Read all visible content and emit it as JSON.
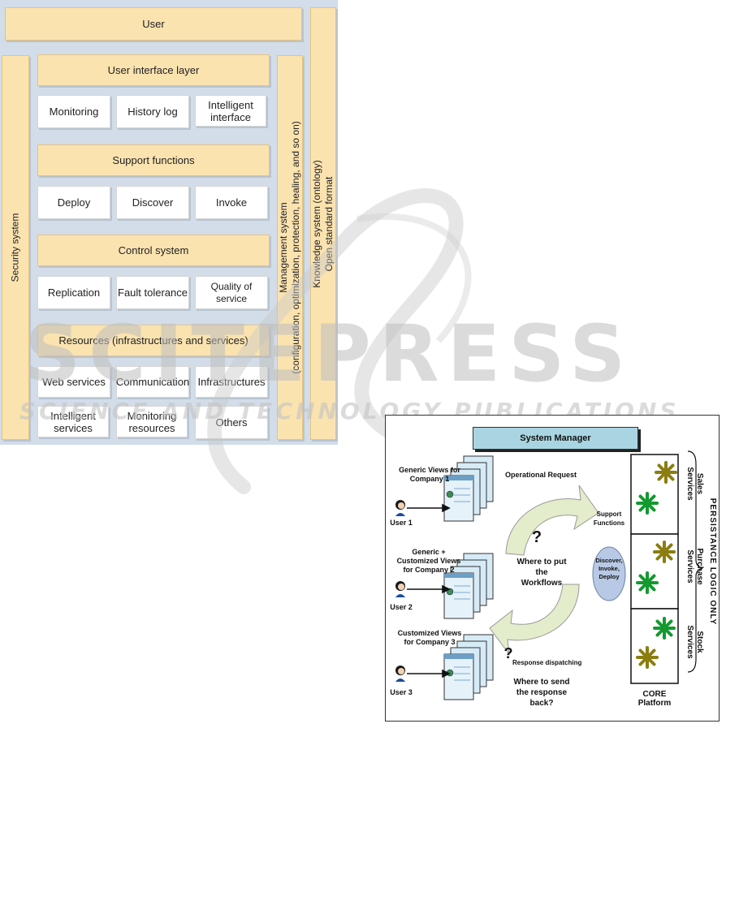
{
  "architecture": {
    "user": "User",
    "security": "Security system",
    "management_line1": "Management system",
    "management_line2": "(configuration, optimization, protection, healing, and so on)",
    "knowledge_line1": "Knowledge system (ontology)",
    "knowledge_line2": "Open standard format",
    "layers": [
      {
        "title": "User interface layer",
        "items": [
          "Monitoring",
          "History log",
          "Intelligent interface"
        ]
      },
      {
        "title": "Support functions",
        "items": [
          "Deploy",
          "Discover",
          "Invoke"
        ]
      },
      {
        "title": "Control system",
        "items": [
          "Replication",
          "Fault tolerance",
          "Quality of service"
        ]
      },
      {
        "title": "Resources (infrastructures and services)",
        "items": [
          "Web services",
          "Communication",
          "Infrastructures",
          "Intelligent services",
          "Monitoring resources",
          "Others"
        ]
      }
    ]
  },
  "watermark": {
    "main": "SCITEPRESS",
    "sub": "SCIENCE AND TECHNOLOGY PUBLICATIONS"
  },
  "system_manager_figure": {
    "title": "System Manager",
    "users": [
      {
        "label": "User 1",
        "views": "Generic Views for Company 1"
      },
      {
        "label": "User 2",
        "views": "Generic + Customized Views for Company 2"
      },
      {
        "label": "User 3",
        "views": "Customized Views for Company 3"
      }
    ],
    "operational_request": "Operational Request",
    "where_workflows": "Where to put the Workflows",
    "question_mark": "?",
    "response_dispatching": "Response dispatching",
    "where_response": "Where to send the response back?",
    "support_functions": "Support Functions",
    "support_circle": "Discover, Invoke, Deploy",
    "services": [
      "Sales Services",
      "Purchase Services",
      "Stock Services"
    ],
    "persistence": "PERSISTANCE LOGIC ONLY",
    "core_platform": "CORE Platform",
    "colors": {
      "header": "#a9d5e2",
      "arrow": "#e3eccb",
      "circle": "#b8c9e6",
      "star_olive": "#8b7d10",
      "star_green": "#139a2f"
    }
  }
}
